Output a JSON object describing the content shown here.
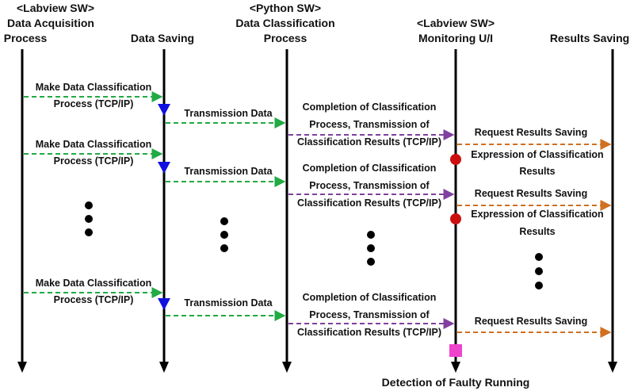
{
  "participants": [
    {
      "tag": "<Labview SW>",
      "name_line1": "Data Acquisition",
      "name_line2": "Process"
    },
    {
      "tag": "",
      "name_line1": "Data Saving",
      "name_line2": ""
    },
    {
      "tag": "<Python SW>",
      "name_line1": "Data Classification",
      "name_line2": "Process"
    },
    {
      "tag": "<Labview SW>",
      "name_line1": "Monitoring U/I",
      "name_line2": ""
    },
    {
      "tag": "",
      "name_line1": "Results Saving",
      "name_line2": ""
    }
  ],
  "messages": {
    "make_line1": "Make Data Classification",
    "make_line2": "Process (TCP/IP)",
    "transmission": "Transmission Data",
    "completion_line1": "Completion of Classification",
    "completion_line2": "Process, Transmission of",
    "completion_line3": "Classification Results (TCP/IP)",
    "request": "Request Results Saving",
    "expression_line1": "Expression of Classification",
    "expression_line2": "Results"
  },
  "footer": {
    "detection": "Detection of Faulty Running"
  },
  "colors": {
    "lifeline": "#000000",
    "make_arrow": "#22aa44",
    "transmission_arrow": "#22aa44",
    "completion_arrow": "#8040a0",
    "request_arrow": "#d07020",
    "save_marker": "#1010e0",
    "expression_marker": "#cc1010",
    "faulty_marker": "#ee44cc"
  }
}
